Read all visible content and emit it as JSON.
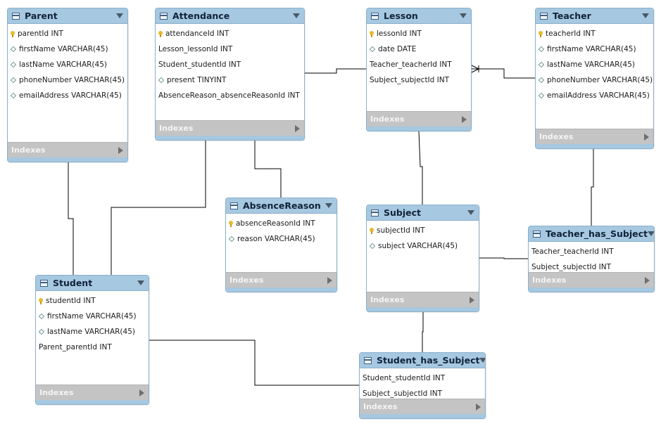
{
  "indexes_label": "Indexes",
  "entities": {
    "parent": {
      "title": "Parent",
      "columns": [
        {
          "label": "parentId INT",
          "kind": "pk"
        },
        {
          "label": "firstName VARCHAR(45)",
          "kind": "attr"
        },
        {
          "label": "lastName VARCHAR(45)",
          "kind": "attr"
        },
        {
          "label": "phoneNumber VARCHAR(45)",
          "kind": "attr"
        },
        {
          "label": "emailAddress VARCHAR(45)",
          "kind": "attr"
        }
      ]
    },
    "attendance": {
      "title": "Attendance",
      "columns": [
        {
          "label": "attendanceId INT",
          "kind": "pk"
        },
        {
          "label": "Lesson_lessonId INT",
          "kind": "fk"
        },
        {
          "label": "Student_studentId INT",
          "kind": "fk"
        },
        {
          "label": "present TINYINT",
          "kind": "attr"
        },
        {
          "label": "AbsenceReason_absenceReasonId INT",
          "kind": "fk"
        }
      ]
    },
    "lesson": {
      "title": "Lesson",
      "columns": [
        {
          "label": "lessonId INT",
          "kind": "pk"
        },
        {
          "label": "date DATE",
          "kind": "attr"
        },
        {
          "label": "Teacher_teacherId INT",
          "kind": "fk"
        },
        {
          "label": "Subject_subjectId INT",
          "kind": "fk"
        }
      ]
    },
    "teacher": {
      "title": "Teacher",
      "columns": [
        {
          "label": "teacherId INT",
          "kind": "pk"
        },
        {
          "label": "firstName VARCHAR(45)",
          "kind": "attr"
        },
        {
          "label": "lastName VARCHAR(45)",
          "kind": "attr"
        },
        {
          "label": "phoneNumber VARCHAR(45)",
          "kind": "attr"
        },
        {
          "label": "emailAddress VARCHAR(45)",
          "kind": "attr"
        }
      ]
    },
    "absence_reason": {
      "title": "AbsenceReason",
      "columns": [
        {
          "label": "absenceReasonId INT",
          "kind": "pk"
        },
        {
          "label": "reason VARCHAR(45)",
          "kind": "attr"
        }
      ]
    },
    "subject": {
      "title": "Subject",
      "columns": [
        {
          "label": "subjectId INT",
          "kind": "pk"
        },
        {
          "label": "subject VARCHAR(45)",
          "kind": "attr"
        }
      ]
    },
    "teacher_has_subject": {
      "title": "Teacher_has_Subject",
      "columns": [
        {
          "label": "Teacher_teacherId INT",
          "kind": "fk"
        },
        {
          "label": "Subject_subjectId INT",
          "kind": "fk"
        }
      ]
    },
    "student": {
      "title": "Student",
      "columns": [
        {
          "label": "studentId INT",
          "kind": "pk"
        },
        {
          "label": "firstName VARCHAR(45)",
          "kind": "attr"
        },
        {
          "label": "lastName VARCHAR(45)",
          "kind": "attr"
        },
        {
          "label": "Parent_parentId INT",
          "kind": "fk"
        }
      ]
    },
    "student_has_subject": {
      "title": "Student_has_Subject",
      "columns": [
        {
          "label": "Student_studentId INT",
          "kind": "fk"
        },
        {
          "label": "Subject_subjectId INT",
          "kind": "fk"
        }
      ]
    }
  },
  "relationships": [
    {
      "name": "attendance-lesson",
      "from": "Attendance",
      "to": "Lesson",
      "cardinality": "many-to-one"
    },
    {
      "name": "lesson-teacher",
      "from": "Lesson",
      "to": "Teacher",
      "cardinality": "many-to-one"
    },
    {
      "name": "lesson-subject",
      "from": "Lesson",
      "to": "Subject",
      "cardinality": "many-to-one"
    },
    {
      "name": "parent-student",
      "from": "Student",
      "to": "Parent",
      "cardinality": "many-to-one"
    },
    {
      "name": "attendance-student",
      "from": "Attendance",
      "to": "Student",
      "cardinality": "many-to-one"
    },
    {
      "name": "attendance-absencereason",
      "from": "Attendance",
      "to": "AbsenceReason",
      "cardinality": "many-to-one"
    },
    {
      "name": "teacher-teacherhassubject",
      "from": "Teacher_has_Subject",
      "to": "Teacher",
      "cardinality": "many-to-one"
    },
    {
      "name": "subject-teacherhassubject",
      "from": "Teacher_has_Subject",
      "to": "Subject",
      "cardinality": "many-to-one"
    },
    {
      "name": "subject-studenthassubject",
      "from": "Student_has_Subject",
      "to": "Subject",
      "cardinality": "many-to-one"
    },
    {
      "name": "student-studenthassubject",
      "from": "Student_has_Subject",
      "to": "Student",
      "cardinality": "many-to-one"
    }
  ],
  "colors": {
    "header": "#a6c8e0",
    "border": "#8ab0cc",
    "indexes_bar": "#c4c4c4",
    "line": "#000000"
  }
}
